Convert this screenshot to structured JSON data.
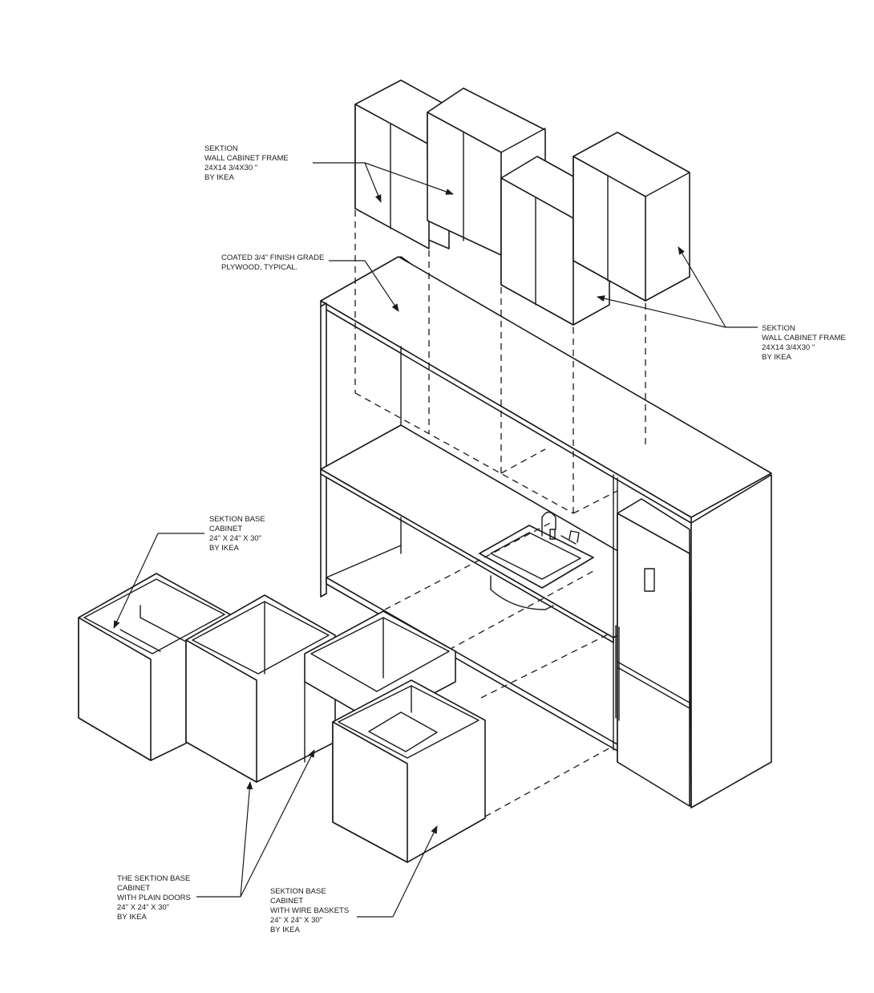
{
  "labels": {
    "wall_left": [
      "SEKTION",
      "WALL CABINET FRAME",
      "24X14 3/4X30 \"",
      "BY IKEA"
    ],
    "plywood": [
      "COATED 3/4\" FINISH GRADE",
      "PLYWOOD, TYPICAL."
    ],
    "wall_right": [
      "SEKTION",
      "WALL CABINET FRAME",
      "24X14 3/4X30 \"",
      "BY IKEA"
    ],
    "base_cabinet": [
      "SEKTION BASE",
      "CABINET",
      "24\" X 24\" X 30\"",
      "BY IKEA"
    ],
    "plain_doors": [
      "THE SEKTION BASE",
      "CABINET",
      "WITH PLAIN DOORS",
      "24\" X 24\" X 30\"",
      "BY IKEA"
    ],
    "wire_baskets": [
      "SEKTION BASE",
      "CABINET",
      "WITH WIRE BASKETS",
      "24\" X 24\" X 30\"",
      "BY IKEA"
    ]
  }
}
